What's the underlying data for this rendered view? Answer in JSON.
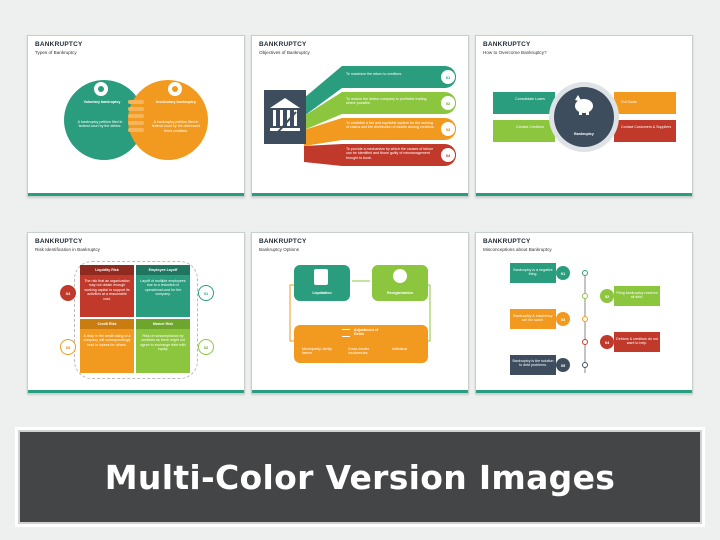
{
  "banner": {
    "text": "Multi-Color Version Images"
  },
  "colors": {
    "teal": "#2a9d7f",
    "orange": "#f29a1f",
    "red": "#c0392b",
    "green": "#8cc63f",
    "navy": "#3d4d5e"
  },
  "slides": [
    {
      "title": "BANKRUPTCY",
      "subtitle": "Types of Bankruptcy",
      "voluntary_title": "Voluntary bankruptcy",
      "voluntary_text": "A bankruptcy petition filed in federal court by the debtor.",
      "involuntary_title": "Involuntary bankruptcy",
      "involuntary_text": "A bankruptcy petition filed in federal court by the distressed firm's creditors."
    },
    {
      "title": "BANKRUPTCY",
      "subtitle": "Objectives of Bankruptcy",
      "items": [
        {
          "num": "01",
          "text": "To maximize the return to creditors."
        },
        {
          "num": "02",
          "text": "To restore the debtor company to profitable trading where possible."
        },
        {
          "num": "03",
          "text": "To establish a fair and equitable system for the ranking of claims and the distribution of assets among creditors."
        },
        {
          "num": "04",
          "text": "To provide a mechanism by which the causes of failure can be identified and those guilty of mismanagement brought to book."
        }
      ]
    },
    {
      "title": "BANKRUPTCY",
      "subtitle": "How to Overcome Bankruptcy?",
      "center": "Bankruptcy",
      "left_top": "Consolidate Loans",
      "left_bottom": "Contact Creditors",
      "right_top": "Cut Costs",
      "right_bottom": "Contact Customers & Suppliers"
    },
    {
      "title": "BANKRUPTCY",
      "subtitle": "Risk Identification in Bankruptcy",
      "cells": [
        {
          "num": "04",
          "head": "Liquidity Risk",
          "text": "The risk that an organization may not obtain enough working capital to support its activities at a reasonable cost."
        },
        {
          "num": "01",
          "head": "Employee Layoff",
          "text": "Layoff of multiple employees due to a reduction in operational cost for the company."
        },
        {
          "num": "03",
          "head": "Credit Risk",
          "text": "A drop in the credit rating of a company will correspondingly lead to losses for others."
        },
        {
          "num": "02",
          "head": "Market Risk",
          "text": "Risk of noncompliance by creditors as there might not agree to exchange debt with equity."
        }
      ]
    },
    {
      "title": "BANKRUPTCY",
      "subtitle": "Bankruptcy Options",
      "liquidation": "Liquidation",
      "reorganization": "Reorganization",
      "adjustment": "Adjustment of Debts",
      "bullets": [
        "Municipality, family farmer",
        "Cross-border insolvencies",
        "Individual"
      ]
    },
    {
      "title": "BANKRUPTCY",
      "subtitle": "Misconceptions about Bankruptcy",
      "items": [
        {
          "num": "01",
          "text": "Bankruptcy is a negative thing."
        },
        {
          "num": "02",
          "text": "Filing bankruptcy resolves all debt."
        },
        {
          "num": "03",
          "text": "Bankruptcy & insolvency are the same."
        },
        {
          "num": "04",
          "text": "Debtors & creditors do not want to help."
        },
        {
          "num": "05",
          "text": "Bankruptcy is the solution to debt problems."
        }
      ]
    }
  ]
}
